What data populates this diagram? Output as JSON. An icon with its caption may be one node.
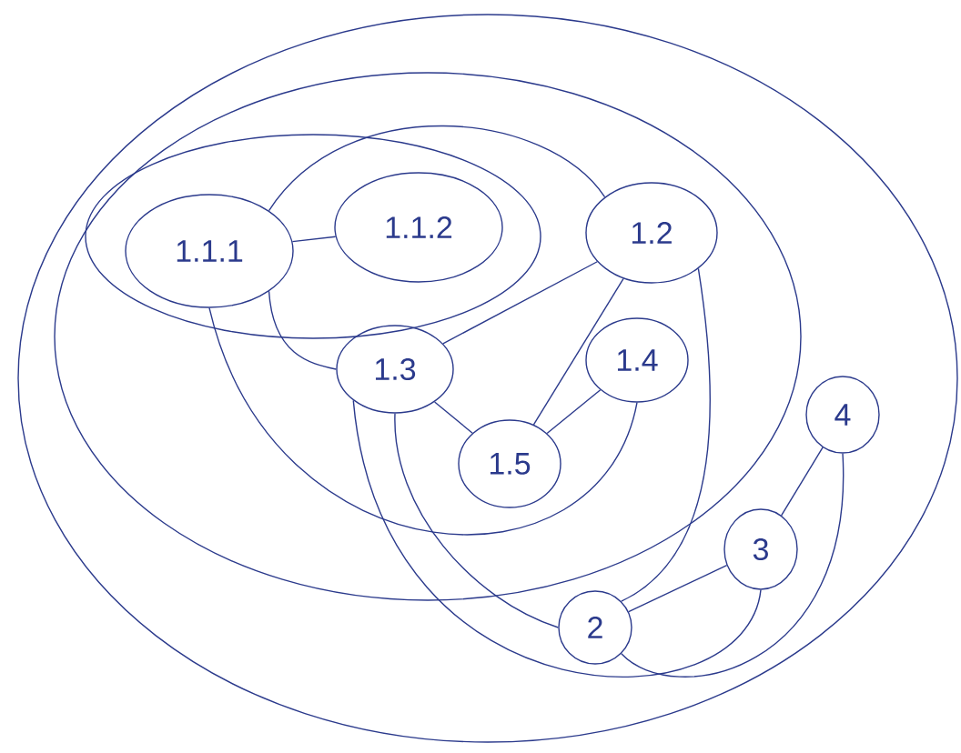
{
  "diagram": {
    "nodes": [
      {
        "text": [],
        "shape": "ellipse"
      },
      {
        "text": [],
        "shape": "ellipse",
        "in": 0
      },
      {
        "text": [],
        "shape": "ellipse",
        "in": 1
      },
      {
        "text": [
          "1.1.1"
        ],
        "in": 2
      },
      {
        "text": [
          "1.1.2"
        ],
        "in": 2
      },
      {
        "text": [
          "1.2"
        ],
        "in": 1
      },
      {
        "text": [
          "1.3"
        ],
        "in": 1
      },
      {
        "text": [
          "1.4"
        ],
        "in": 1
      },
      {
        "text": [
          "1.5"
        ],
        "in": 1
      },
      {
        "text": [
          "2"
        ],
        "in": 0
      },
      {
        "text": [
          "3"
        ],
        "in": 0
      },
      {
        "text": [
          "4"
        ],
        "in": 0
      }
    ],
    "edges": [
      {
        "from": 3,
        "to": 4,
        "arrow": "none"
      },
      {
        "from": 3,
        "to": 5,
        "arrow": "none"
      },
      {
        "from": 3,
        "to": 6,
        "arrow": "none"
      },
      {
        "from": 3,
        "to": 7,
        "arrow": "none"
      },
      {
        "from": 5,
        "to": 6,
        "arrow": "none"
      },
      {
        "from": 8,
        "to": 5,
        "arrow": "none"
      },
      {
        "from": 6,
        "to": 8,
        "arrow": "none"
      },
      {
        "from": 8,
        "to": 7,
        "arrow": "none"
      },
      {
        "from": 5,
        "to": 9,
        "arrow": "none"
      },
      {
        "from": 6,
        "to": 9,
        "arrow": "none"
      },
      {
        "from": 6,
        "to": 10,
        "arrow": "none"
      },
      {
        "from": 9,
        "to": 10,
        "arrow": "none"
      },
      {
        "from": 10,
        "to": 11,
        "arrow": "none"
      },
      {
        "from": 9,
        "to": 11,
        "arrow": "none"
      }
    ]
  }
}
